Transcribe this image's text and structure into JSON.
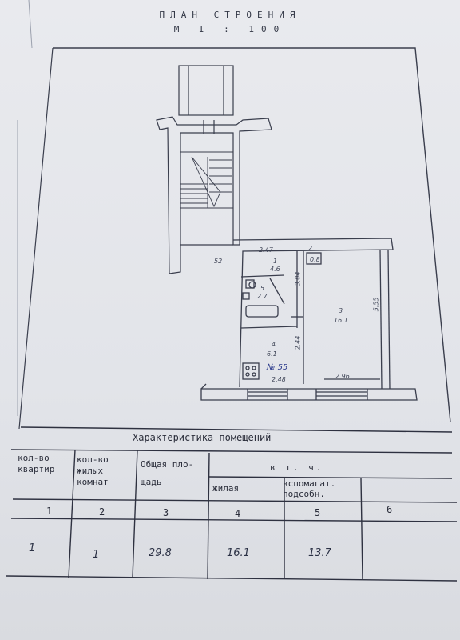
{
  "header": {
    "title": "ПЛАН СТРОЕНИЯ",
    "scale": "М I : 100"
  },
  "plan": {
    "stair_label": "52",
    "rooms": [
      {
        "number": "1",
        "area": "4.6",
        "dim": "2.47"
      },
      {
        "number": "2",
        "area": "0.8"
      },
      {
        "number": "3",
        "area": "16.1",
        "dim": "5.55"
      },
      {
        "number": "4",
        "area": "6.1",
        "dim": "2.44"
      },
      {
        "number": "5",
        "area": "2.7"
      }
    ],
    "dims": {
      "d1": "3.04",
      "d2": "2.48",
      "d3": "2.96"
    },
    "apartment_no": "№ 55"
  },
  "table": {
    "title": "Характеристика помещений",
    "headers": {
      "c1": "кол-во квартир",
      "c2": "кол-во жилых комнат",
      "c3": "Общая пло- щадь",
      "c45_group": "в т. ч.",
      "c4": "жилая",
      "c5": "вспомагат. подсобн."
    },
    "col_numbers": [
      "1",
      "2",
      "3",
      "4",
      "5",
      "6"
    ],
    "row": {
      "apartments": "1",
      "rooms": "1",
      "total_area": "29.8",
      "living_area": "16.1",
      "aux_area": "13.7",
      "col6": ""
    }
  },
  "colors": {
    "ink": "#2e3140",
    "paper": "#e6e8ec",
    "hand_blue": "#2b3a8c"
  }
}
